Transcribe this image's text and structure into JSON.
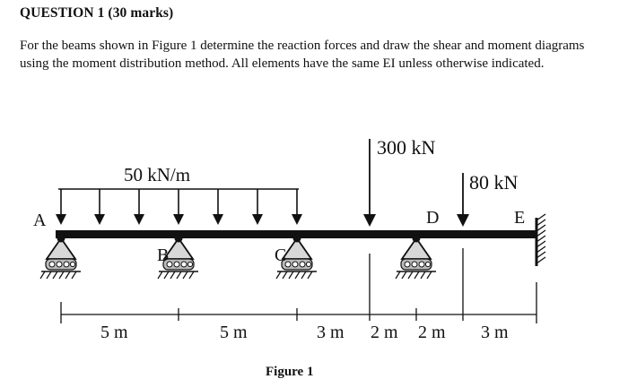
{
  "question": {
    "heading": "QUESTION 1 (30 marks)",
    "prompt": "For the beams shown in Figure 1 determine the reaction forces and draw the shear and moment diagrams using the moment distribution method. All elements have the same EI unless otherwise indicated."
  },
  "figure": {
    "caption": "Figure 1",
    "distributed_load": "50 kN/m",
    "point_load_1": "300 kN",
    "point_load_2": "80 kN",
    "nodes": {
      "a": "A",
      "b": "B",
      "c": "C",
      "d": "D",
      "e": "E"
    },
    "spans": {
      "ab": "5 m",
      "bc": "5 m",
      "c_p1": "3 m",
      "p1_d": "2 m",
      "d_p2": "2 m",
      "p2_e": "3 m"
    }
  }
}
